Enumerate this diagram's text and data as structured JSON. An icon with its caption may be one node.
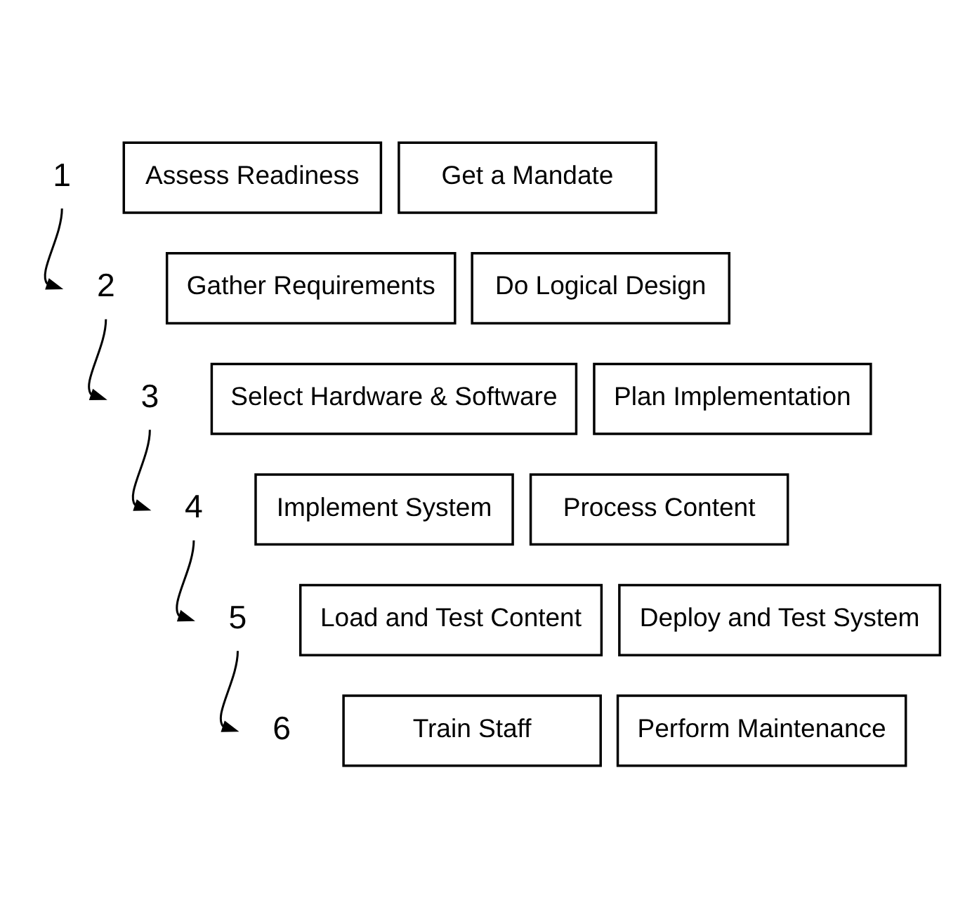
{
  "diagram": {
    "nodes": [
      {
        "text": [
          "1"
        ]
      },
      {
        "text": [
          "Assess Readiness"
        ]
      },
      {
        "text": [
          "Get a Mandate"
        ]
      },
      {
        "text": [
          "2"
        ]
      },
      {
        "text": [
          "Gather Requirements"
        ]
      },
      {
        "text": [
          "Do Logical Design"
        ]
      },
      {
        "text": [
          "3"
        ]
      },
      {
        "text": [
          "Select Hardware & Software"
        ]
      },
      {
        "text": [
          "Plan Implementation"
        ]
      },
      {
        "text": [
          "4"
        ]
      },
      {
        "text": [
          "Implement System"
        ]
      },
      {
        "text": [
          "Process Content"
        ]
      },
      {
        "text": [
          "5"
        ]
      },
      {
        "text": [
          "Load and Test Content"
        ]
      },
      {
        "text": [
          "Deploy and Test System"
        ]
      },
      {
        "text": [
          "6"
        ]
      },
      {
        "text": [
          "Train Staff"
        ]
      },
      {
        "text": [
          "Perform Maintenance"
        ]
      }
    ],
    "edges": [
      {
        "from": 0,
        "to": 3,
        "arrow": "to"
      },
      {
        "from": 3,
        "to": 6,
        "arrow": "to"
      },
      {
        "from": 6,
        "to": 9,
        "arrow": "to"
      },
      {
        "from": 9,
        "to": 12,
        "arrow": "to"
      },
      {
        "from": 12,
        "to": 15,
        "arrow": "to"
      }
    ]
  }
}
